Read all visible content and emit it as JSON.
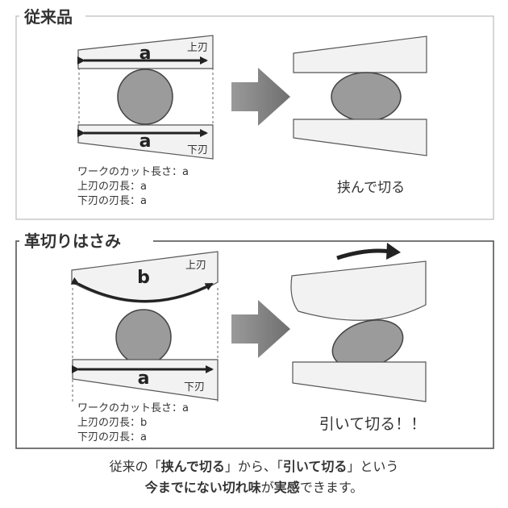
{
  "panel_top": {
    "heading": "従来品",
    "upper_blade_label": "上刃",
    "lower_blade_label": "下刃",
    "upper_dimension": "a",
    "lower_dimension": "a",
    "specs": [
      "ワークのカット長さ：a",
      "上刃の刃長：a",
      "下刃の刃長：a"
    ],
    "result": "挟んで切る"
  },
  "panel_bottom": {
    "heading": "革切りはさみ",
    "upper_blade_label": "上刃",
    "lower_blade_label": "下刃",
    "upper_dimension": "b",
    "lower_dimension": "a",
    "specs": [
      "ワークのカット長さ：a",
      "上刃の刃長：b",
      "下刃の刃長：a"
    ],
    "result": "引いて切る！！"
  },
  "caption": {
    "line1_parts": [
      "従来の「",
      "挟んで切る",
      "」から、「",
      "引いて切る",
      "」という"
    ],
    "line2_parts": [
      "今までにない切れ味",
      "が",
      "実感",
      "できます。"
    ]
  },
  "colors": {
    "frame_top": "#bbbbbb",
    "frame_bottom": "#555555",
    "blade_fill": "#f2f2f2",
    "blade_stroke": "#555555",
    "work_fill": "#9b9b9b",
    "arrow_fill": "#8a8a8a",
    "text": "#333333"
  }
}
